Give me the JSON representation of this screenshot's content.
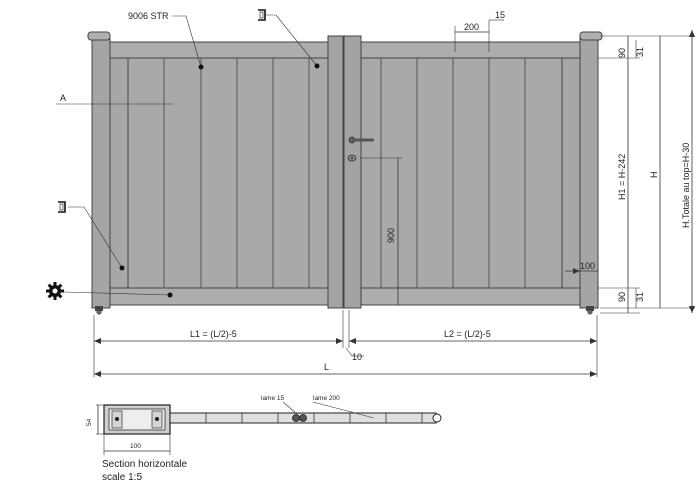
{
  "callouts": {
    "color_code": "9006 STR",
    "infill": "A"
  },
  "dimensions": {
    "lame_width": "200",
    "gap": "15",
    "top_rail_a": "90",
    "top_rail_b": "31",
    "bottom_rail_a": "90",
    "bottom_rail_b": "31",
    "h1": "H1 = H-242",
    "h": "H",
    "h_total": "H.Totale au top=H-30",
    "handle_height": "900",
    "post_width": "100",
    "l1": "L1 = (L/2)-5",
    "l2": "L2 = (L/2)-5",
    "center_gap": "10",
    "overall": "L"
  },
  "section": {
    "lame15": "lame 15",
    "lame200": "lame 200",
    "height": "54",
    "width": "100",
    "title": "Section horizontale",
    "scale": "scale 1:5"
  },
  "colors": {
    "gate_fill": "#a9a9a9",
    "gate_dark": "#8c8c8c",
    "line": "#333333"
  }
}
